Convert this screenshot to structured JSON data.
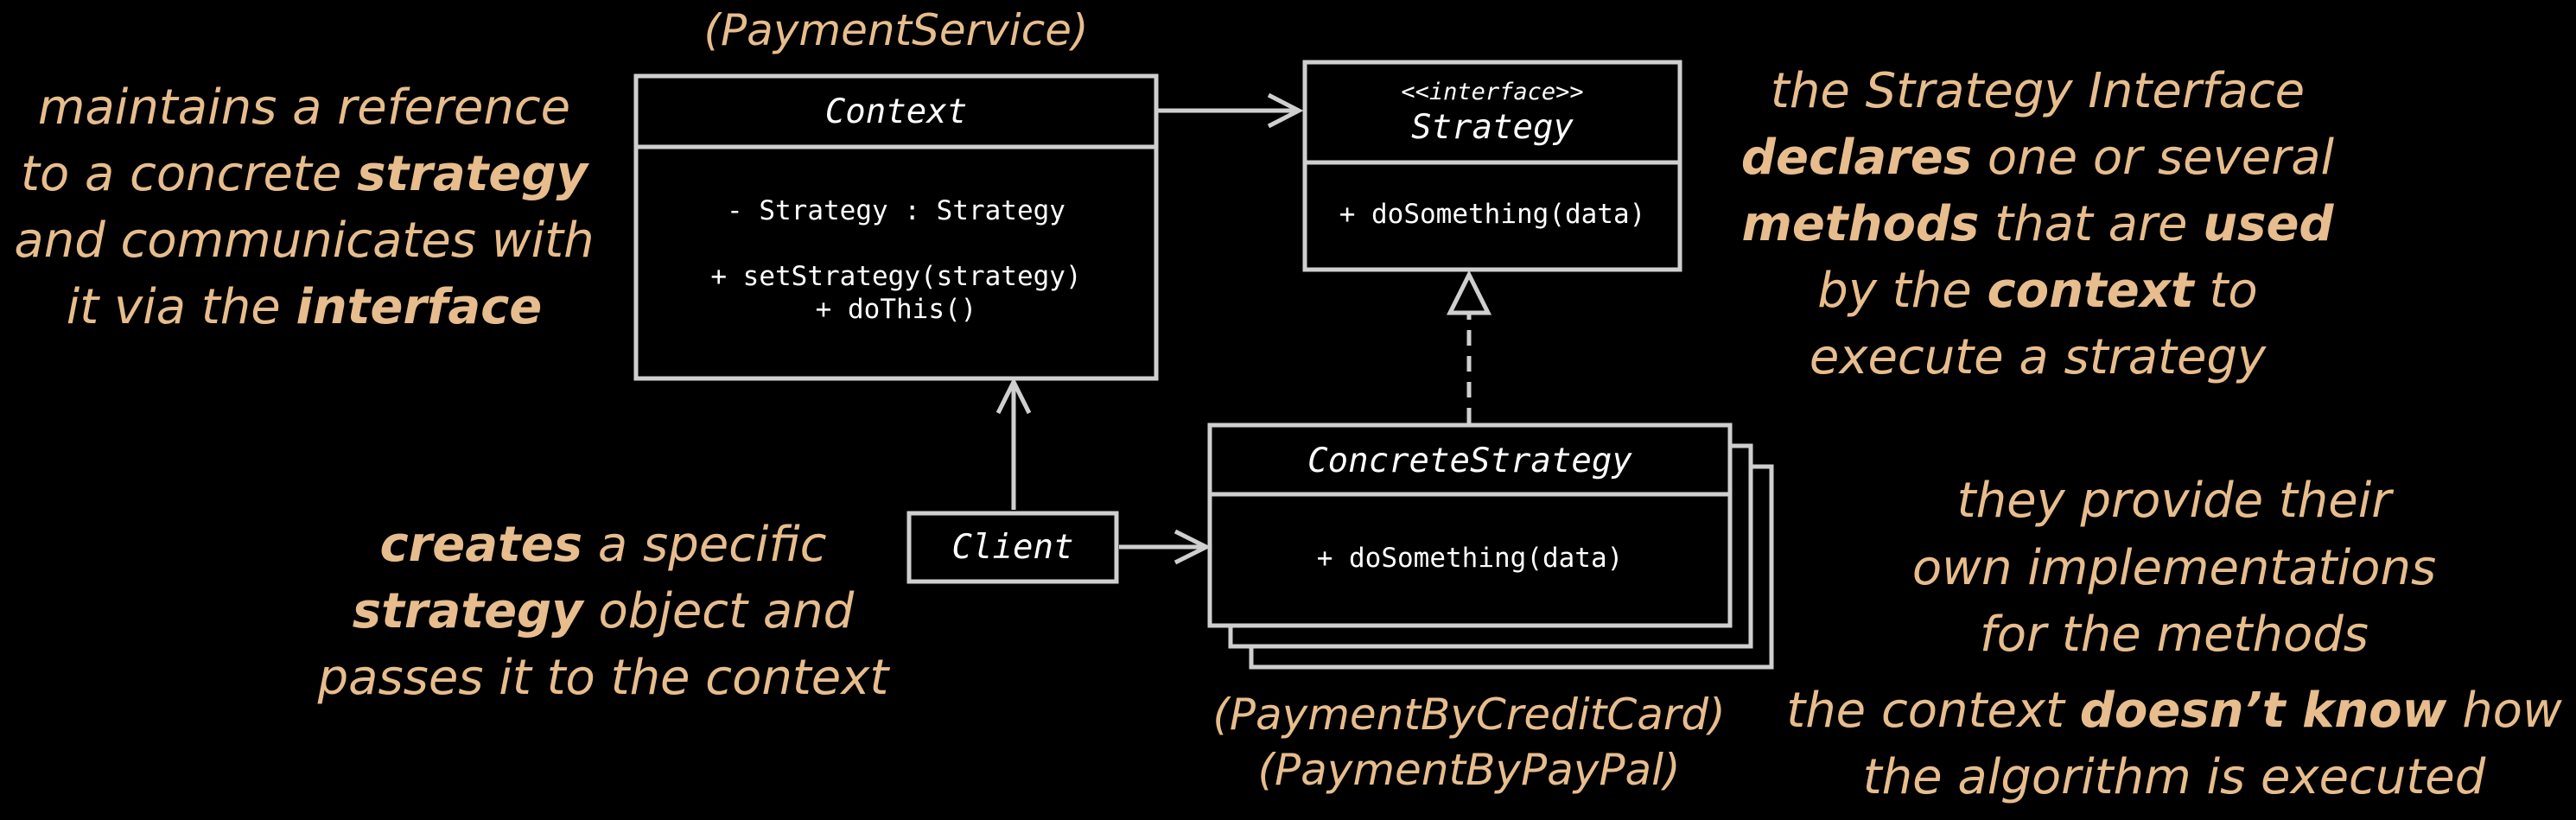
{
  "colors": {
    "background": "#000000",
    "box_stroke": "#cfcfcf",
    "uml_text": "#ffffff",
    "caption_text": "#e7bd8d"
  },
  "context_box": {
    "label_above": "(PaymentService)",
    "title": "Context",
    "field": "- Strategy : Strategy",
    "method1": "+ setStrategy(strategy)",
    "method2": "+ doThis()"
  },
  "strategy_box": {
    "stereotype": "<<interface>>",
    "title": "Strategy",
    "method": "+ doSomething(data)"
  },
  "concrete_box": {
    "title": "ConcreteStrategy",
    "method": "+ doSomething(data)",
    "label_below_1": "(PaymentByCreditCard)",
    "label_below_2": "(PaymentByPayPal)"
  },
  "client_box": {
    "title": "Client"
  },
  "captions": {
    "context": {
      "l1": "maintains a reference",
      "l2a": "to a concrete ",
      "l2b": "strategy",
      "l3": "and communicates with",
      "l4a": "it via the ",
      "l4b": "interface"
    },
    "strategy": {
      "l1": "the Strategy Interface",
      "l2a": "declares",
      "l2b": " one or several",
      "l3a": "methods",
      "l3b": " that are ",
      "l3c": "used",
      "l4a": "by the ",
      "l4b": "context",
      "l4c": " to",
      "l5": "execute a strategy"
    },
    "client": {
      "l1a": "creates",
      "l1b": " a specific",
      "l2a": "strategy",
      "l2b": " object and",
      "l3": "passes it to the context"
    },
    "concrete": {
      "l1": "they provide their",
      "l2": "own implementations",
      "l3": "for the methods",
      "l4a": "the context ",
      "l4b": "doesn’t know",
      "l4c": " how",
      "l5": "the algorithm is executed"
    }
  }
}
